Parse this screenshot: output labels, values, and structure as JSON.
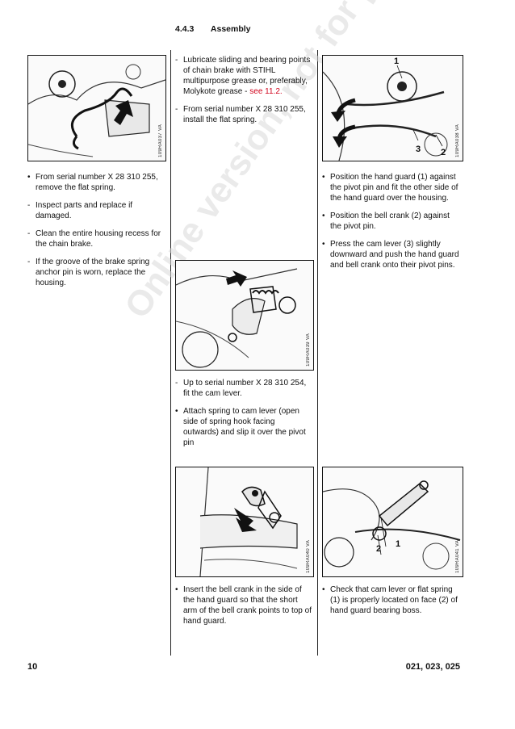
{
  "header": {
    "section": "4.4.3",
    "title": "Assembly"
  },
  "watermark": "Online version, not for print",
  "figures": {
    "fig1": {
      "code": "109RA037 VA"
    },
    "fig2": {
      "code": "109RA038 VA",
      "labels": [
        "1",
        "3",
        "2"
      ]
    },
    "fig3": {
      "code": "109RA039 VA"
    },
    "fig4": {
      "code": "109RA040 VA"
    },
    "fig5": {
      "code": "109RA041 VA",
      "labels": [
        "1",
        "2"
      ]
    }
  },
  "col1": {
    "p1": {
      "marker": "•",
      "text": "From serial number X 28 310 255, remove the flat spring."
    },
    "p2": {
      "marker": "-",
      "text": "Inspect parts and replace if damaged."
    },
    "p3": {
      "marker": "-",
      "text": "Clean the entire housing recess for the chain brake."
    },
    "p4": {
      "marker": "-",
      "text": "If the groove of the brake spring anchor pin is worn, replace the housing."
    }
  },
  "col2": {
    "p1": {
      "marker": "-",
      "text": "Lubricate sliding and bearing points of chain brake with STIHL multipurpose grease or, preferably, Molykote grease -",
      "link": "see 11.2."
    },
    "p2": {
      "marker": "-",
      "text": "From serial number X 28 310 255, install the flat spring."
    },
    "p3": {
      "marker": "-",
      "text": "Up to serial number X 28 310 254, fit the cam lever."
    },
    "p4": {
      "marker": "•",
      "text": "Attach spring to cam lever (open side of spring hook facing outwards) and slip it over the pivot pin"
    },
    "p5": {
      "marker": "•",
      "text": "Insert the bell crank in the side of the hand guard so that the short arm of the bell crank points to top of hand guard."
    }
  },
  "col3": {
    "p1": {
      "marker": "•",
      "text": "Position the hand guard (1) against the pivot pin and fit the other side of the hand guard over the housing."
    },
    "p2": {
      "marker": "•",
      "text": "Position the bell crank (2) against the pivot pin."
    },
    "p3": {
      "marker": "•",
      "text": "Press the cam lever (3) slightly downward and push the hand guard and bell crank onto their pivot pins."
    },
    "p4": {
      "marker": "•",
      "text": "Check that cam lever or flat spring (1) is properly located on face (2) of hand guard bearing boss."
    }
  },
  "footer": {
    "page": "10",
    "models": "021, 023, 025"
  }
}
